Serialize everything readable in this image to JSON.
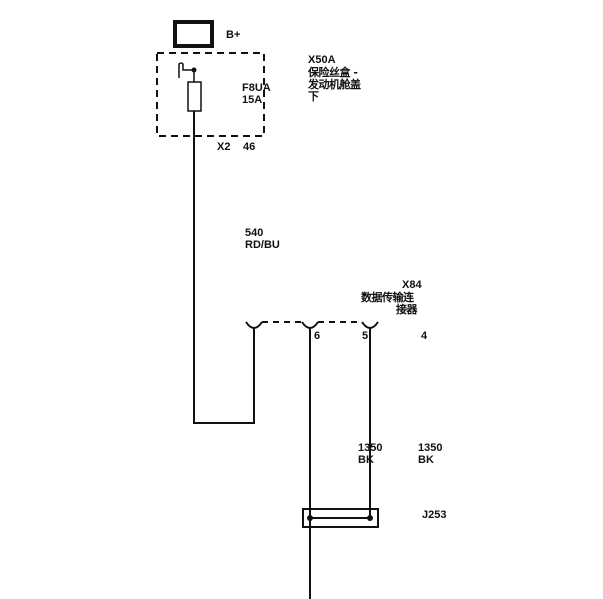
{
  "power": {
    "label": "B+"
  },
  "fuse_box": {
    "connector_id": "X50A",
    "name_line1": "保险丝盒 -",
    "name_line2": "发动机舱盖",
    "name_line3": "下",
    "fuse_id": "F8UA",
    "fuse_rating": "15A",
    "connector": "X2",
    "pin": "46"
  },
  "wire_main": {
    "circuit": "540",
    "color": "RD/BU"
  },
  "dlc": {
    "id": "X84",
    "name_line1": "数据传输连",
    "name_line2": "接器",
    "pins": [
      "6",
      "5",
      "4"
    ]
  },
  "ground_wires": [
    {
      "circuit": "1350",
      "color": "BK"
    },
    {
      "circuit": "1350",
      "color": "BK"
    }
  ],
  "splice": {
    "id": "J253"
  },
  "colors": {
    "line": "#111111",
    "background": "#ffffff"
  }
}
